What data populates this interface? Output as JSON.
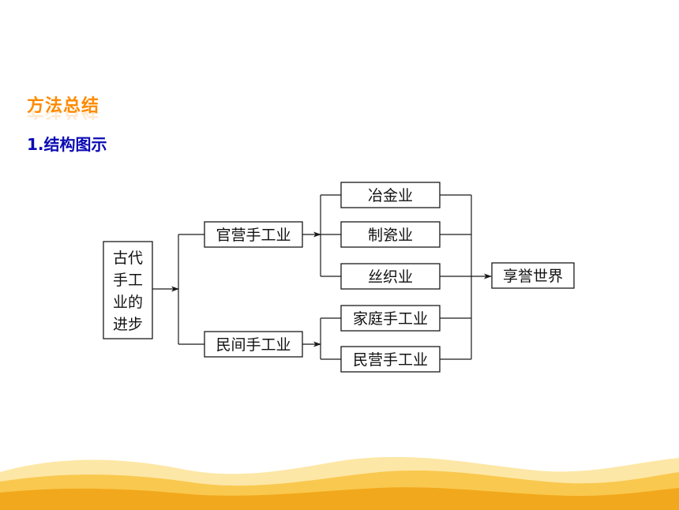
{
  "header": {
    "title": "方法总结",
    "subtitle": "1.结构图示"
  },
  "diagram": {
    "root": {
      "lines": [
        "古代",
        "手工",
        "业的",
        "进步"
      ]
    },
    "branches": {
      "official": "官营手工业",
      "private": "民间手工业"
    },
    "leaves": {
      "metallurgy": "冶金业",
      "porcelain": "制瓷业",
      "silk": "丝织业",
      "household": "家庭手工业",
      "privately_run": "民营手工业"
    },
    "result": "享誉世界"
  },
  "colors": {
    "title": "#ff8a00",
    "subtitle": "#0a0ab4",
    "wave_light": "#fde7a6",
    "wave_mid": "#f9c84e",
    "wave_dark": "#f2a81c"
  }
}
